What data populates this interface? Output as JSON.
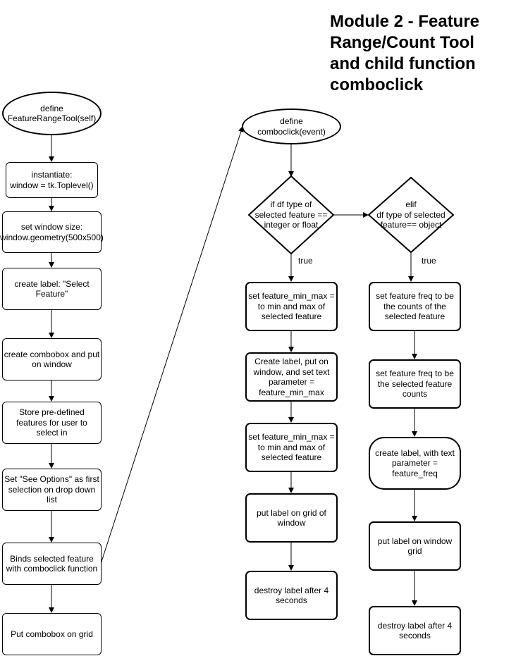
{
  "title": {
    "lines": [
      "Module 2 - Feature",
      "Range/Count Tool",
      "and child function",
      "comboclick"
    ]
  },
  "left_column": [
    "define\nFeatureRangeTool(self)",
    "instantiate:\nwindow = tk.Toplevel()",
    "set window size:\nwindow.geometry(500x500)",
    "create label: \"Select\nFeature\"",
    "create combobox and put\non window",
    "Store pre-defined\nfeatures for user to\nselect in",
    "Set \"See Options\" as first\nselection on drop down\nlist",
    "Binds selected feature\nwith comboclick function",
    "Put combobox on grid"
  ],
  "comboclick": {
    "start": "define\ncomboclick(event)",
    "if_decision": "if df type of\nselected feature ==\ninteger or float",
    "elif_decision": "elif\ndf type of selected\nfeature== object",
    "true_label_left": "true",
    "true_label_right": "true",
    "middle_column": [
      "set feature_min_max =\nto min and max of\nselected feature",
      "Create label, put on\nwindow, and set text\nparameter =\nfeature_min_max",
      "set feature_min_max =\nto min and max of\nselected feature",
      "put label on grid of\nwindow",
      "destroy label after 4\nseconds"
    ],
    "right_column": [
      "set feature freq to be\nthe counts of the\nselected feature",
      "set feature freq to be\nthe selected feature\ncounts",
      "create label, with text\nparameter =\nfeature_freq",
      "put label on window\ngrid",
      "destroy label after 4\nseconds"
    ]
  }
}
